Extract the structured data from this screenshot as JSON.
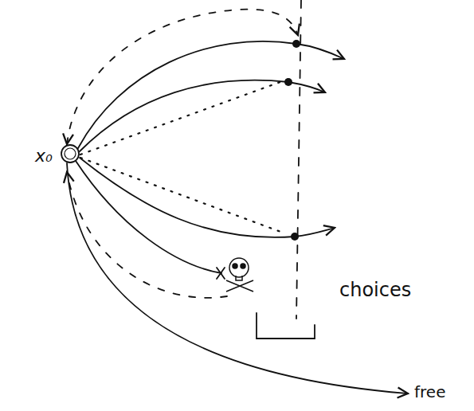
{
  "diagram": {
    "nodes": [
      {
        "text": [
          "x₀"
        ]
      }
    ],
    "labels": [
      "choices",
      "free"
    ]
  }
}
